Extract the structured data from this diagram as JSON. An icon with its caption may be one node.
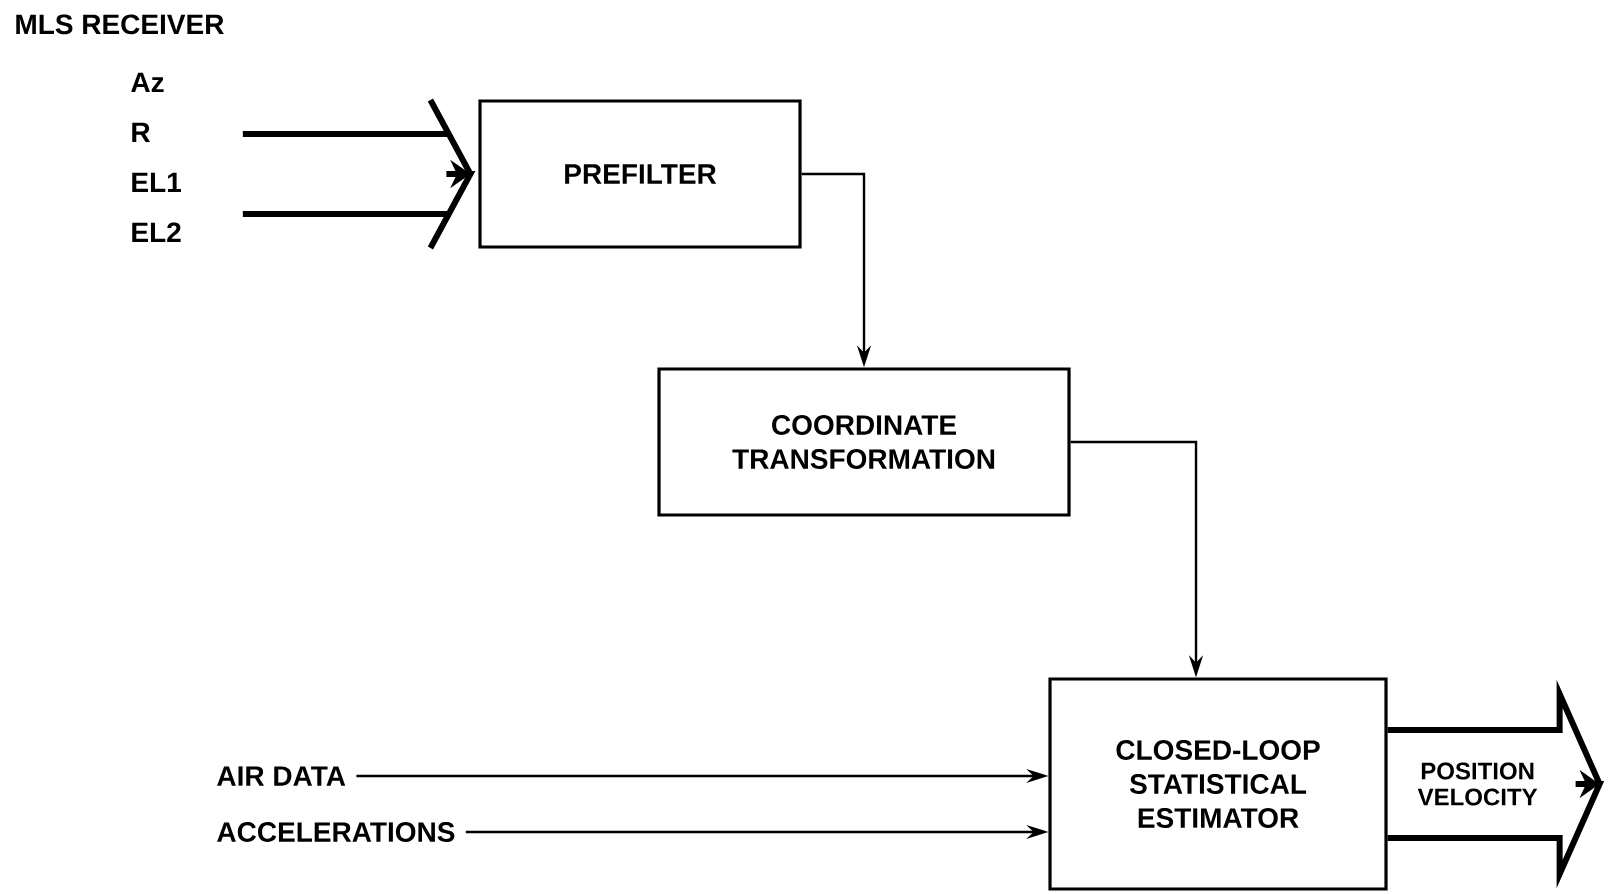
{
  "diagram": {
    "nodes": [
      {
        "text": [
          "MLS RECEIVER",
          "Az",
          "R",
          "EL1",
          "EL2"
        ]
      },
      {
        "text": [
          "PREFILTER"
        ]
      },
      {
        "text": [
          "COORDINATE TRANSFORMATION"
        ]
      },
      {
        "text": [
          "CLOSED-LOOP STATISTICAL ESTIMATOR"
        ]
      },
      {
        "text": [
          "AIR DATA"
        ]
      },
      {
        "text": [
          "ACCELERATIONS"
        ]
      }
    ],
    "edges": [
      {
        "from": 0,
        "to": 1,
        "arrow": "to",
        "style": "thick"
      },
      {
        "from": 1,
        "to": 2,
        "arrow": "to"
      },
      {
        "from": 2,
        "to": 3,
        "arrow": "to"
      },
      {
        "from": 4,
        "to": 3,
        "arrow": "to"
      },
      {
        "from": 5,
        "to": 3,
        "arrow": "to"
      },
      {
        "from": 3,
        "to": null,
        "arrow": "to",
        "style": "thick",
        "label": "POSITION VELOCITY"
      }
    ]
  }
}
